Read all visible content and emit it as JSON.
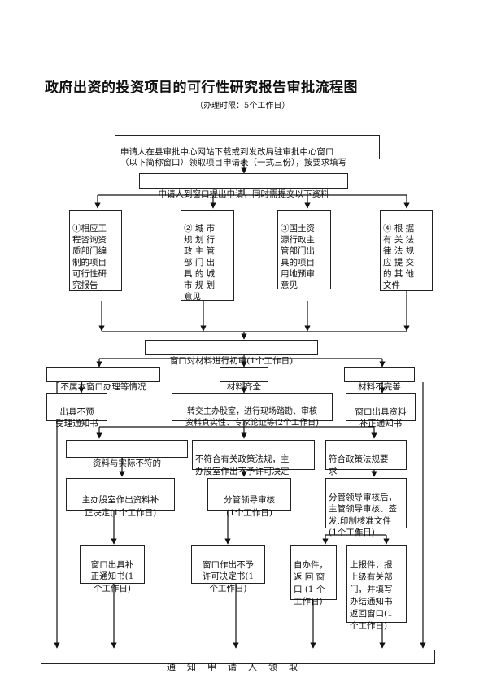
{
  "title": "政府出资的投资项目的可行性研究报告审批流程图",
  "subtitle": "（办理时限：5个工作日）",
  "nodes": {
    "apply_form": "申请人在县审批中心网站下载或到发改局驻审批中心窗口\n（以下简称窗口）领取项目申请表（一式三份），按要求填写",
    "submit": "申请人到窗口提出申请，同时需提交以下资料",
    "doc1": "①相应工\n程咨询资\n质部门编\n制的项目\n可行性研\n究报告",
    "doc2": "② 城 市\n规 划 行\n政 主 管\n部 门 出\n具 的 城\n市 规 划\n意见",
    "doc3": "③国土资\n源行政主\n管部门出\n具的项目\n用地预审\n意见",
    "doc4": "④ 根 据\n有 关 法\n律 法 规\n应 提 交\n的 其 他\n文件",
    "initial_review": "窗口对材料进行初审(1个工作日)",
    "not_scope": "不属本窗口办理等情况",
    "complete": "材料齐全",
    "incomplete": "材料不完善",
    "reject_notice": "出具不预\n受理通知书",
    "transfer": "转交主办股室，进行现场踏勘、审核\n资料真实性、专家论证等(2个工作日)",
    "supplement_notice": "窗口出具资料\n补正通知书",
    "mismatch": "资料与实际不符的",
    "noncompliant": "不符合有关政策法规，主\n办股室作出不予许可决定",
    "compliant": "符合政策法规要\n求",
    "supp_decision": "主办股室作出资料补\n正决定(1个工作日)",
    "leader_review": "分管领导审核\n(1个工作日)",
    "approve_issue": "分管领导审核后，\n主管领导审核、签\n发,印制核准文件\n(1个工作日)",
    "window_supp": "窗口出具补\n正通知书(1\n个工作日)",
    "window_deny": "窗口作出不予\n许可决定书(1\n个工作日)",
    "self_handle": "自办件，\n返 回 窗\n口 (1 个\n工作日)",
    "report_up": "上报件，报\n上级有关部\n门，并填写\n办结通知书\n返回窗口(1\n个工作日)",
    "final_notice": "通知申请人领取"
  }
}
